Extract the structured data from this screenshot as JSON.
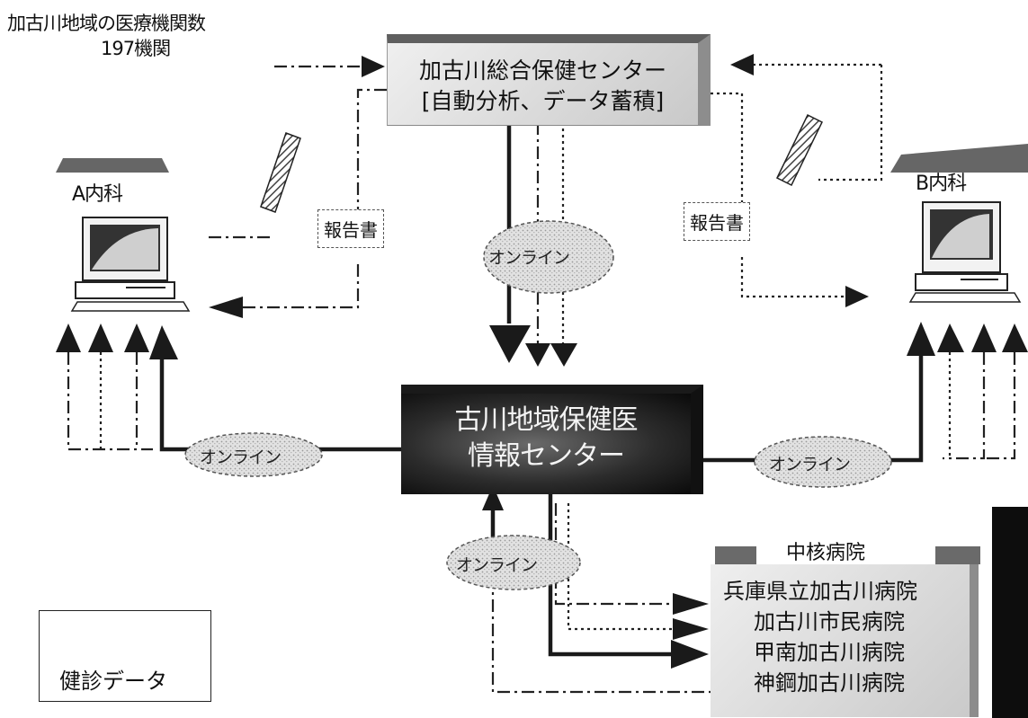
{
  "header": {
    "line1": "加古川地域の医療機関数",
    "line2": "197機関"
  },
  "top_center": {
    "line1": "加古川総合保健センター",
    "line2": "[自動分析、データ蓄積]"
  },
  "center": {
    "line1": "古川地域保健医",
    "line2": "情報センター"
  },
  "clinics": {
    "a": "A内科",
    "b": "B内科"
  },
  "report_label": "報告書",
  "online_label": "オンライン",
  "hospitals": {
    "title": "中核病院",
    "items": [
      "兵庫県立加古川病院",
      "加古川市民病院",
      "甲南加古川病院",
      "神鋼加古川病院"
    ]
  },
  "legend": {
    "label": "健診データ"
  }
}
